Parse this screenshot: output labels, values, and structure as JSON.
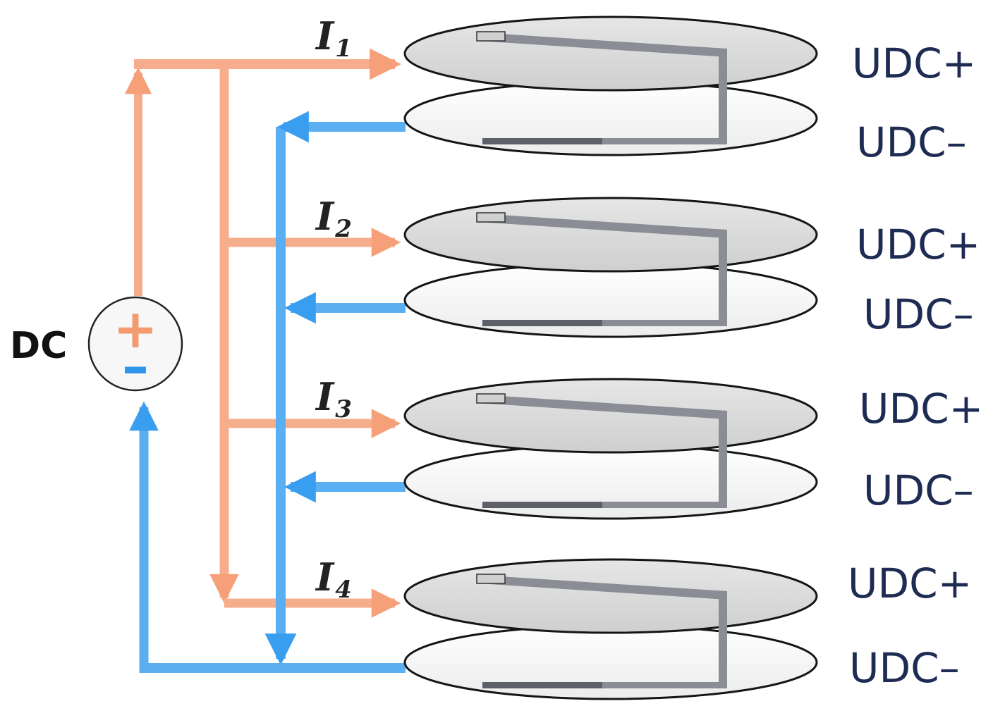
{
  "source": {
    "label": "DC",
    "plus_symbol": "+",
    "minus_symbol": "–",
    "plus_color": "#f39a6e",
    "minus_color": "#2f95ea"
  },
  "colors": {
    "positive_wire": "#f6ad8c",
    "negative_wire": "#5aaef2",
    "upper_plate": "#d9d9d9",
    "lower_plate": "#f3f3f3",
    "plate_outline": "#151515",
    "electrode_line": "#7c7f88",
    "terminal_text": "#1e2b52"
  },
  "stacks": [
    {
      "current_main": "I",
      "current_sub": "1",
      "upper_terminal": "UDC+",
      "lower_terminal": "UDC–"
    },
    {
      "current_main": "I",
      "current_sub": "2",
      "upper_terminal": "UDC+",
      "lower_terminal": "UDC–"
    },
    {
      "current_main": "I",
      "current_sub": "3",
      "upper_terminal": "UDC+",
      "lower_terminal": "UDC–"
    },
    {
      "current_main": "I",
      "current_sub": "4",
      "upper_terminal": "UDC+",
      "lower_terminal": "UDC–"
    }
  ]
}
